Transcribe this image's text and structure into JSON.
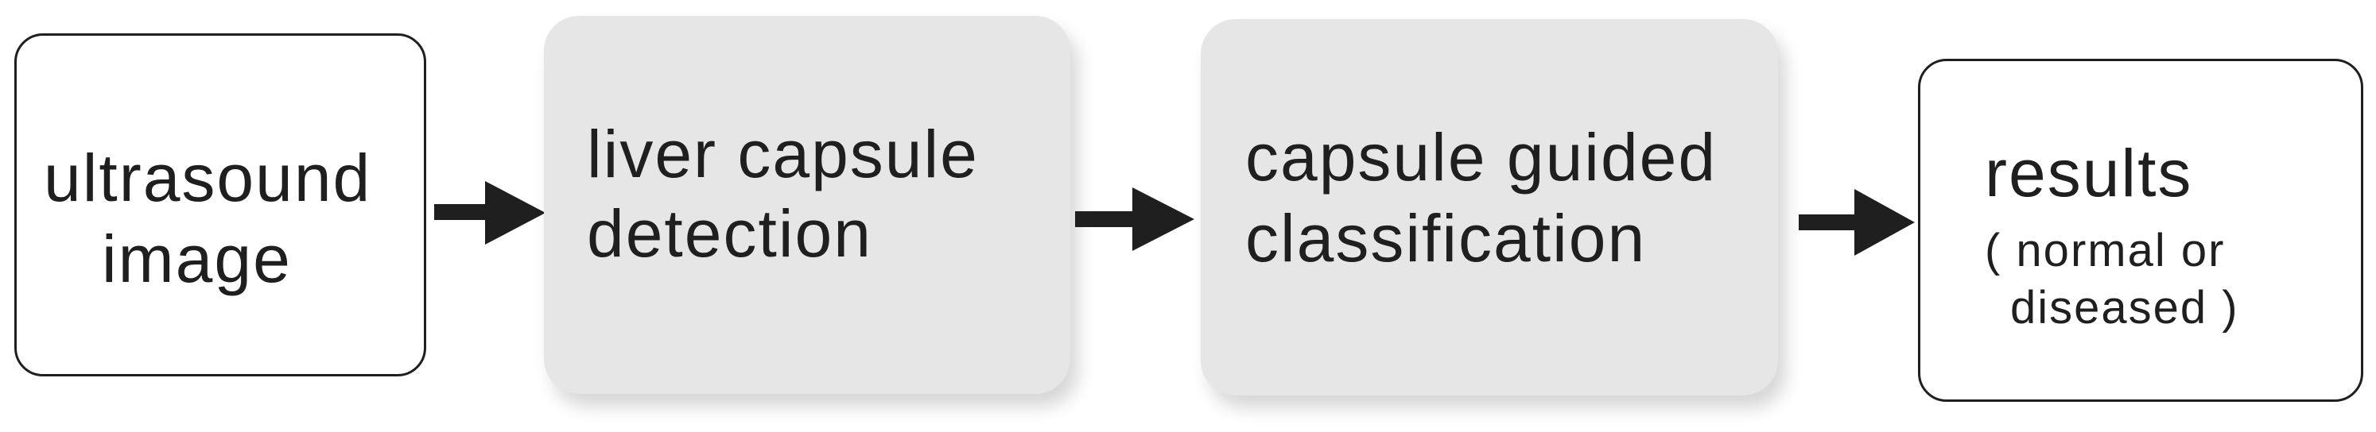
{
  "diagram": {
    "steps": [
      {
        "lines": [
          "ultrasound",
          "image"
        ]
      },
      {
        "lines": [
          "liver capsule",
          "detection"
        ]
      },
      {
        "lines": [
          "capsule guided",
          "classification"
        ]
      },
      {
        "title": "results",
        "sub_lines": [
          "( normal or",
          "diseased )"
        ]
      }
    ],
    "colors": {
      "filled_box": "#e6e6e6",
      "outline": "#1f1f1f",
      "arrow": "#1f1f1f",
      "text": "#1f1f1f"
    }
  }
}
